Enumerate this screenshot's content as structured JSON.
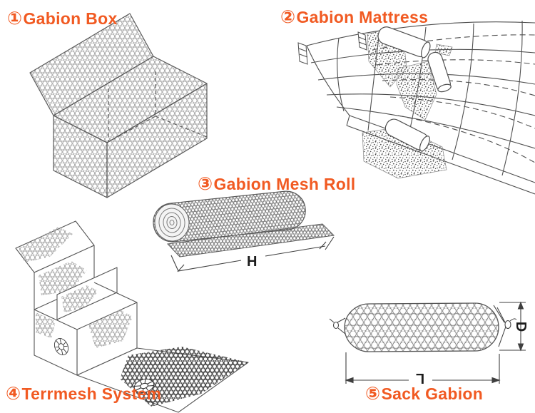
{
  "page": {
    "background": "#ffffff"
  },
  "colors": {
    "accent_orange": "#f15a22",
    "line_gray": "#4f4f4f",
    "mesh_gray": "#a6a6a6"
  },
  "products": {
    "box": {
      "number": "①",
      "name": "Gabion Box"
    },
    "mattress": {
      "number": "②",
      "name": "Gabion Mattress"
    },
    "mesh_roll": {
      "number": "③",
      "name": "Gabion Mesh Roll"
    },
    "terrmesh": {
      "number": "④",
      "name": "Terrmesh System"
    },
    "sack": {
      "number": "⑤",
      "name": "Sack Gabion"
    }
  },
  "dimensions": {
    "mesh_roll_width": "H",
    "sack_diameter": "D",
    "sack_length": "L"
  }
}
